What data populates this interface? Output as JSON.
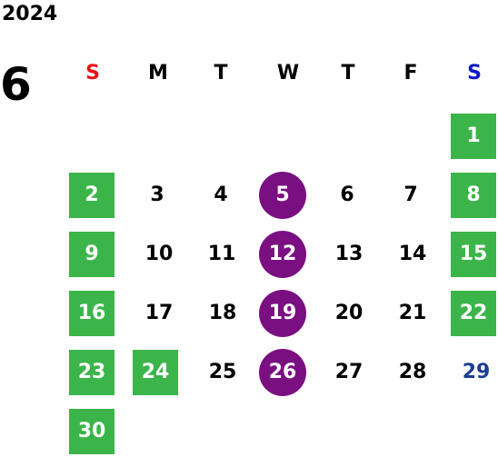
{
  "calendar": {
    "year": "2024",
    "month": "6",
    "weekdays": [
      "S",
      "M",
      "T",
      "W",
      "T",
      "F",
      "S"
    ],
    "colors": {
      "sunday_header": "#e8141c",
      "saturday_header": "#1018c8",
      "holiday_fill": "#3bb54a",
      "highlight_circle": "#7a0f82",
      "saturday_plain": "#1f3f8f"
    },
    "days": {
      "d1": "1",
      "d2": "2",
      "d3": "3",
      "d4": "4",
      "d5": "5",
      "d6": "6",
      "d7": "7",
      "d8": "8",
      "d9": "9",
      "d10": "10",
      "d11": "11",
      "d12": "12",
      "d13": "13",
      "d14": "14",
      "d15": "15",
      "d16": "16",
      "d17": "17",
      "d18": "18",
      "d19": "19",
      "d20": "20",
      "d21": "21",
      "d22": "22",
      "d23": "23",
      "d24": "24",
      "d25": "25",
      "d26": "26",
      "d27": "27",
      "d28": "28",
      "d29": "29",
      "d30": "30"
    }
  }
}
